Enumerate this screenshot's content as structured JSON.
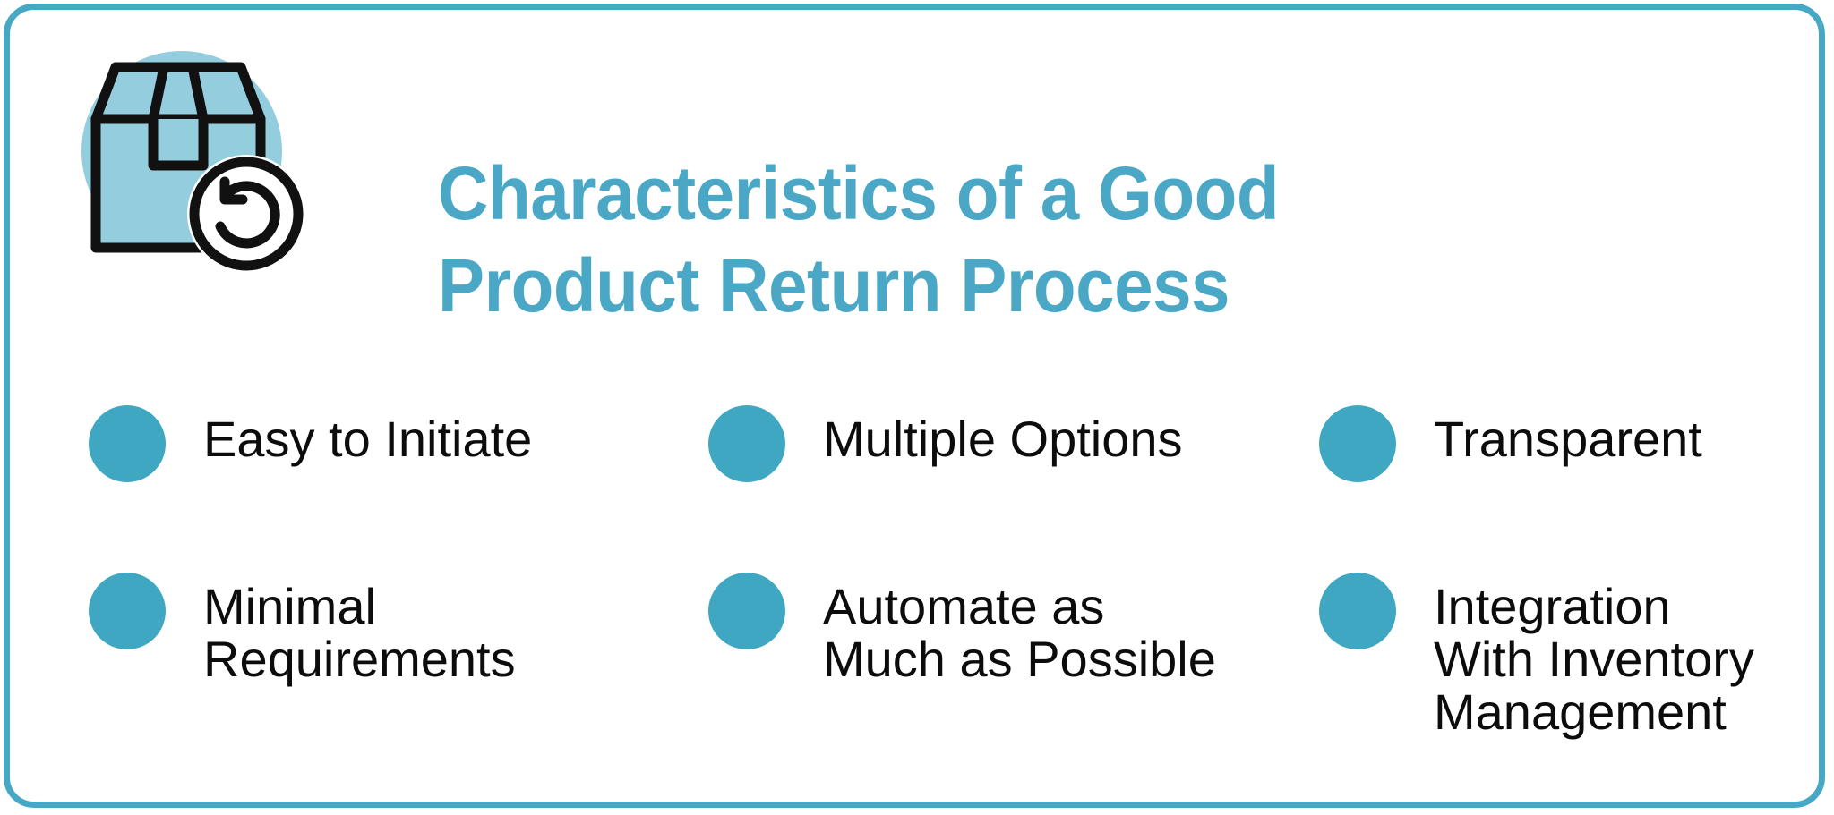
{
  "card": {
    "border_color": "#46A8C4",
    "background": "#ffffff"
  },
  "icon": {
    "name": "package-return-icon",
    "circle_color": "#94CEDE",
    "stroke_color": "#111111"
  },
  "title": {
    "color": "#4AA8C6",
    "line1": "Characteristics of a Good",
    "line2": "Product Return Process",
    "full": "Characteristics of a Good Product Return Process"
  },
  "bullet_color": "#40A7C3",
  "items": [
    {
      "label": "Easy to Initiate",
      "name": "item-easy-to-initiate"
    },
    {
      "label": "Multiple Options",
      "name": "item-multiple-options"
    },
    {
      "label": "Transparent",
      "name": "item-transparent"
    },
    {
      "label": "Minimal\nRequirements",
      "name": "item-minimal-requirements"
    },
    {
      "label": "Automate as\nMuch as Possible",
      "name": "item-automate-as-much-as-possible"
    },
    {
      "label": "Integration\nWith Inventory\nManagement",
      "name": "item-integration-with-inventory-management"
    }
  ]
}
